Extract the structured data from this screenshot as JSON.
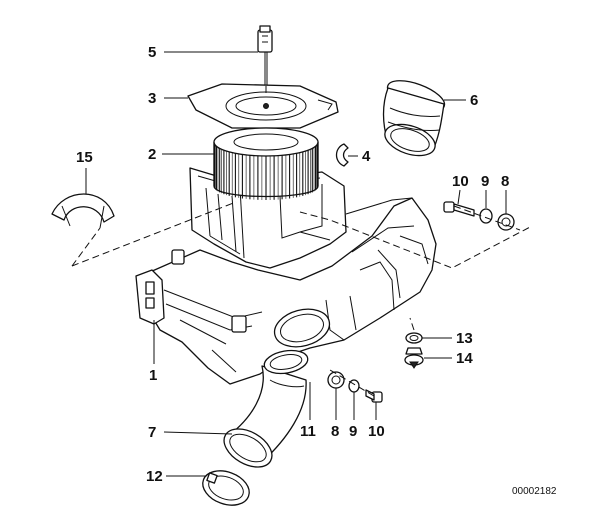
{
  "callouts": [
    "5",
    "3",
    "6",
    "2",
    "4",
    "15",
    "10",
    "9",
    "8",
    "13",
    "14",
    "1",
    "7",
    "11",
    "8",
    "9",
    "10",
    "12"
  ],
  "reference_number": "00002182"
}
